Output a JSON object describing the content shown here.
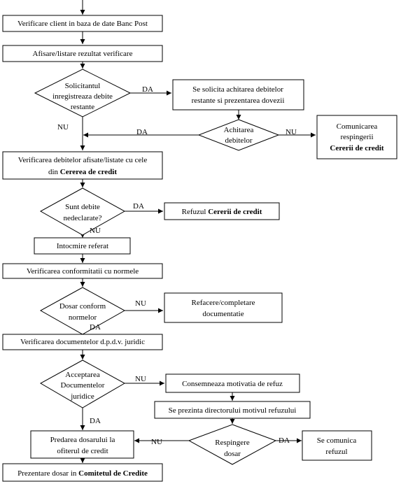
{
  "steps": {
    "verify_client": "Verificare client in baza de date Banc Post",
    "display_result": "Afisare/listare rezultat verificare",
    "overdue_check": [
      "Solicitantul",
      "inregistreaza debite",
      "restante"
    ],
    "request_payment": [
      "Se solicita achitarea debitelor",
      "restante si prezentarea dovezii"
    ],
    "payment_check": [
      "Achitarea",
      "debitelor"
    ],
    "notify_rejection": {
      "line1": "Comunicarea",
      "line2": "respingerii",
      "bold": "Cererii de credit"
    },
    "verify_debts": {
      "line1": "Verificarea debitelor afisate/listate cu cele",
      "prefix": "din ",
      "bold": "Cererea de credit"
    },
    "undeclared_check": [
      "Sunt debite",
      "nedeclarate?"
    ],
    "refusal": {
      "prefix": "Refuzul ",
      "bold": "Cererii de credit"
    },
    "referral": "Intocmire referat",
    "verify_compliance": "Verificarea conformitatii cu normele",
    "file_check": [
      "Dosar conform",
      "normelor"
    ],
    "redo_docs": [
      "Refacere/completare",
      "documentatie"
    ],
    "verify_legal": "Verificarea documentelor d.p.d.v. juridic",
    "legal_accept_check": [
      "Acceptarea",
      "Documentelor",
      "juridice"
    ],
    "record_reason": "Consemneaza motivatia de refuz",
    "present_director": "Se prezinta directorului motivul refuzului",
    "send_to_officer": [
      "Predarea dosarului la",
      "ofiterul de credit"
    ],
    "reject_file_check": [
      "Respingere",
      "dosar"
    ],
    "communicate_refusal": [
      "Se comunica",
      "refuzul"
    ],
    "committee": {
      "prefix": "Prezentare dosar in ",
      "bold": "Comitetul de Credite"
    }
  },
  "labels": {
    "yes": "DA",
    "no": "NU"
  }
}
